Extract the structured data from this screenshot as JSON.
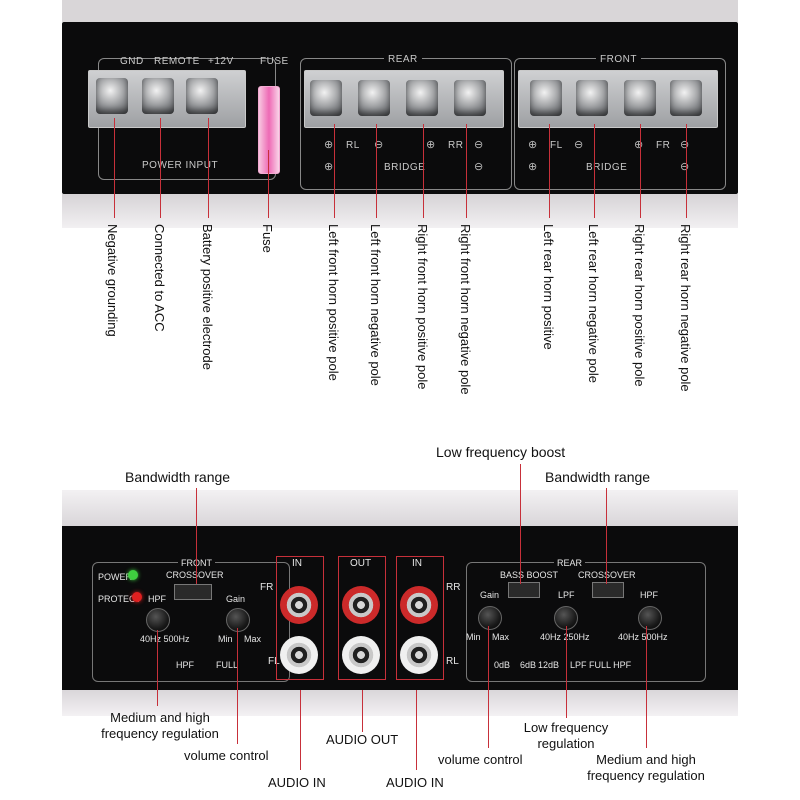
{
  "top_panel": {
    "terminals": [
      "GND",
      "REMOTE",
      "+12V"
    ],
    "fuse_label": "FUSE",
    "power_input": "POWER INPUT",
    "rear_label": "REAR",
    "front_label": "FRONT",
    "rl": "RL",
    "rr": "RR",
    "fl": "FL",
    "fr": "FR",
    "bridge": "BRIDGE",
    "plus": "⊕",
    "minus": "⊖"
  },
  "top_callouts": [
    "Negative grounding",
    "Connected to ACC",
    "Battery positive electrode",
    "Fuse",
    "Left front horn positive pole",
    "Left front horn negative pole",
    "Right front horn positive pole",
    "Right front horn negative pole",
    "Left rear horn positive",
    "Left rear horn negative pole",
    "Right rear horn positive pole",
    "Right rear horn negative pole"
  ],
  "bottom_panel": {
    "power": "POWER",
    "protect": "PROTECT",
    "front_label": "FRONT",
    "crossover": "CROSSOVER",
    "hpf": "HPF",
    "hz_range": "40Hz 500Hz",
    "full": "FULL",
    "gain": "Gain",
    "min": "Min",
    "max": "Max",
    "fr": "FR",
    "fl": "FL",
    "in": "IN",
    "out": "OUT",
    "rr": "RR",
    "rl": "RL",
    "rear_label": "REAR",
    "bass_boost": "BASS BOOST",
    "crossover_rear": "CROSSOVER",
    "lpf": "LPF",
    "lpf_range": "40Hz 250Hz",
    "hpf_range": "40Hz 500Hz",
    "odb": "0dB",
    "db6": "6dB",
    "db12": "12dB",
    "lpf_full_hpf": "LPF FULL HPF"
  },
  "bottom_callouts": {
    "bandwidth_left": "Bandwidth range",
    "low_freq_boost": "Low frequency boost",
    "bandwidth_right": "Bandwidth range",
    "mid_high_left": "Medium and high\nfrequency regulation",
    "volume_left": "volume control",
    "audio_in_left": "AUDIO IN",
    "audio_out": "AUDIO OUT",
    "audio_in_right": "AUDIO IN",
    "volume_right": "volume control",
    "low_freq_reg": "Low frequency\nregulation",
    "mid_high_right": "Medium and high\nfrequency regulation"
  },
  "colors": {
    "callout_line": "#c7303a",
    "panel": "#0b0b0c",
    "fuse": "#ee6ab5",
    "power_led": "#3fcf3f",
    "protect_led": "#e02020"
  }
}
